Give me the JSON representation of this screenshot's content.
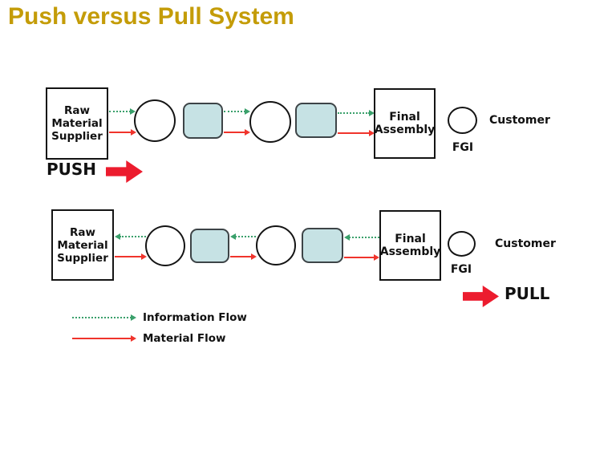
{
  "title": "Push versus Pull System",
  "push_system": {
    "supplier": "Raw\nMaterial\nSupplier",
    "assembly": "Final\nAssembly",
    "fgi": "FGI",
    "customer": "Customer",
    "mode": "PUSH"
  },
  "pull_system": {
    "supplier": "Raw\nMaterial\nSupplier",
    "assembly": "Final\nAssembly",
    "fgi": "FGI",
    "customer": "Customer",
    "mode": "PULL"
  },
  "legend": {
    "information": "Information Flow",
    "material": "Material Flow"
  },
  "colors": {
    "title": "#c49c08",
    "information_flow": "#3aa06b",
    "material_flow": "#f0342c",
    "block_arrow": "#ec1c2e",
    "buffer_fill": "#c6e2e4"
  }
}
